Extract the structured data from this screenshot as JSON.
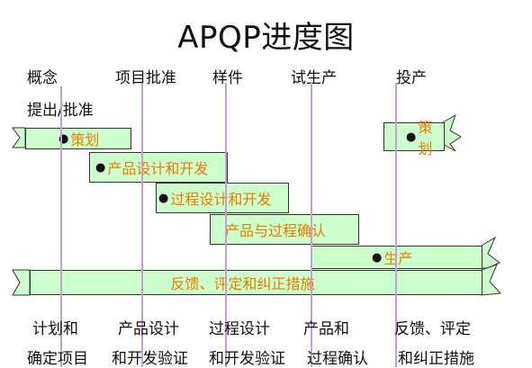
{
  "title": "APQP进度图",
  "phases_top": [
    "概念",
    "项目批准",
    "样件",
    "试生产",
    "投产"
  ],
  "top_sub": "提出/批准",
  "activities": [
    {
      "label": "策划",
      "dot": true
    },
    {
      "label": "产品设计和开发",
      "dot": true
    },
    {
      "label": "过程设计和开发",
      "dot": true
    },
    {
      "label": "产品与过程确认",
      "dot": false
    },
    {
      "label": "生产",
      "dot": true
    },
    {
      "label": "策划",
      "dot": true
    },
    {
      "label": "反馈、评定和纠正措施",
      "dot": false
    }
  ],
  "phases_bottom": [
    {
      "line1": "计划和",
      "line2": "确定项目"
    },
    {
      "line1": "产品设计",
      "line2": "和开发验证"
    },
    {
      "line1": "过程设计",
      "line2": "和开发验证"
    },
    {
      "line1": "产品和",
      "line2": "过程确认"
    },
    {
      "line1": "反馈、评定",
      "line2": "和纠正措施"
    }
  ],
  "colors": {
    "bar_fill": "#ccffcc",
    "bar_text": "#e87d00",
    "milestone_line": "#c6a0d4"
  }
}
